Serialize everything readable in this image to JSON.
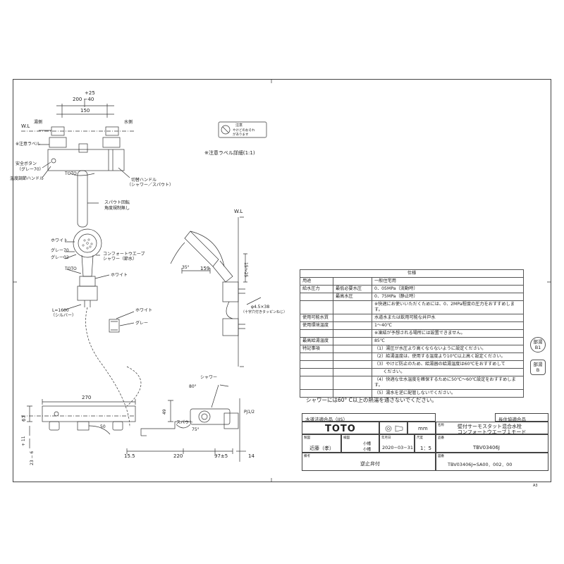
{
  "top_view": {
    "dims": [
      "+25",
      "200 −40",
      "150"
    ],
    "wl": "W.L",
    "labels": {
      "hot": "湯側",
      "cold": "水側",
      "caution_label": "※注意ラベル",
      "safety_button": "安全ボタン",
      "safety_button_color": "（グレー70）",
      "temp_handle": "温度調節ハンドル",
      "toto": "TOTO",
      "switch_handle": "切替ハンドル",
      "switch_handle_sub": "（シャワー／スパウト）",
      "spout_rotation": "スパウト回転",
      "spout_rotation_sub": "角度規制無し"
    }
  },
  "caution_label_detail": {
    "text": "※注意ラベル詳細(1:1)",
    "sticker_line1": "注意",
    "sticker_line2": "やけどのおそれ",
    "sticker_line3": "があります"
  },
  "shower_view": {
    "labels": {
      "white": "ホワイト",
      "gray70": "グレー70",
      "gray02": "グレー02",
      "comfort_wave": "コンフォートウエーブ",
      "comfort_wave_sub": "シャワー（節水）",
      "toto": "TOTO",
      "white2": "ホワイト",
      "hose": "L=1600",
      "hose_color": "（シルバー）",
      "white3": "ホワイト",
      "gray": "グレー"
    }
  },
  "side_view": {
    "wl": "W.L",
    "angle": "35°",
    "dim_159": "159",
    "dim_15_25": "15〜25",
    "screw": "φ4.5×38",
    "screw_sub": "（十字穴付きタッピンねじ）"
  },
  "spec_table": {
    "title": "仕様",
    "rows": [
      {
        "k": "用途",
        "k2": "",
        "v": "一般住宅用"
      },
      {
        "k": "給水圧力",
        "k2": "最低必要水圧",
        "v": "0．05MPa（流動時）"
      },
      {
        "k": "",
        "k2": "最高水圧",
        "v": "0．75MPa（静止時）"
      },
      {
        "k": "",
        "k2": "",
        "v": "※快適にお使いいただくためには、0．2MPa程度の圧力をおすすめします。"
      },
      {
        "k": "使用可能水質",
        "k2": "",
        "v": "水道水または飲用可能な井戸水"
      },
      {
        "k": "使用環境温度",
        "k2": "",
        "v": "1〜40℃"
      },
      {
        "k": "",
        "k2": "",
        "v": "※凍結が予想される場所には設置できません。"
      },
      {
        "k": "最高給湯温度",
        "k2": "",
        "v": "85℃"
      },
      {
        "k": "特記事項",
        "k2": "",
        "v": "（1）湯圧が水圧より高くならないように設定ください。"
      },
      {
        "k": "",
        "k2": "",
        "v": "（2）給湯温度は、使用する温度より10℃以上高く設定ください。"
      },
      {
        "k": "",
        "k2": "",
        "v": "（3）やけど防止のため、給湯器の給湯温度は60℃をおすすめして"
      },
      {
        "k": "",
        "k2": "",
        "v": "　　ください。"
      },
      {
        "k": "",
        "k2": "",
        "v": "（4）快適な仕水温度を確保するために50℃〜60℃設定をおすすめします。"
      },
      {
        "k": "",
        "k2": "",
        "v": "（5）湯水を逆に配管しないでください。"
      }
    ]
  },
  "stamps": {
    "b1_top": "部湯",
    "b1_bottom": "B1",
    "b_top": "部湯",
    "b_bottom": "B"
  },
  "shower_note": "シャワーには60° C以上の熱湯を通さないでください。",
  "front_view": {
    "dim_270": "270",
    "dim_67": "67",
    "dim_11": "+ 11",
    "dim_23_6": "23 − 6",
    "dim_50": "50",
    "shower_label": "シャワー",
    "angle_80": "80°",
    "angle_75": "75°",
    "spout_label": "スパウト",
    "dim_49": "49",
    "pj": "PJ1/2",
    "dim_15_5": "15.5",
    "dim_220": "220",
    "dim_97": "97±5",
    "dim_14": "14"
  },
  "title_block": {
    "law_compliance": "水道法適合品（JIS）",
    "long_life": "長住協適合品",
    "brand": "TOTO",
    "unit": "mm",
    "name_label": "名称",
    "name_line1": "壁付サーモスタット混合水栓",
    "name_line2": "コンフォートウエーブ１モード",
    "designer_label": "製図",
    "designer": "近藤（孝）",
    "check_label": "検図",
    "checkers": [
      "小幡",
      "小幡"
    ],
    "date_label": "年月日",
    "date": "2020−03−31",
    "scale_label": "尺度",
    "scale": "1：5",
    "model_label": "品番",
    "model": "TBV03406J",
    "remarks_label": "備考",
    "remarks": "逆止弁付",
    "drawing_label": "図番",
    "drawing_no": "TBV03406J=SA00．002．00",
    "paper": "A3"
  }
}
